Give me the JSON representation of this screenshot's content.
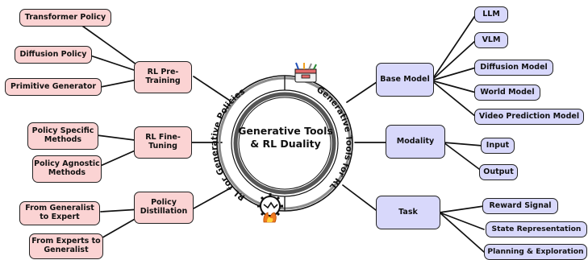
{
  "center": {
    "title": "Generative Tools & RL Duality"
  },
  "ring": {
    "left_arc": "RL for Generative Policies",
    "right_arc": "Generative Tools for RL"
  },
  "left": {
    "pretraining": {
      "label": "RL Pre-Training",
      "children": [
        "Transformer Policy",
        "Diffusion Policy",
        "Primitive Generator"
      ]
    },
    "finetuning": {
      "label": "RL Fine-Tuning",
      "children": [
        "Policy Specific Methods",
        "Policy Agnostic Methods"
      ]
    },
    "distillation": {
      "label": "Policy Distillation",
      "children": [
        "From Generalist to Expert",
        "From Experts to Generalist"
      ]
    }
  },
  "right": {
    "base_model": {
      "label": "Base Model",
      "children": [
        "LLM",
        "VLM",
        "Diffusion Model",
        "World Model",
        "Video Prediction Model"
      ]
    },
    "modality": {
      "label": "Modality",
      "children": [
        "Input",
        "Output"
      ]
    },
    "task": {
      "label": "Task",
      "children": [
        "Reward Signal",
        "State Representation",
        "Planning & Exploration"
      ]
    }
  },
  "colors": {
    "left_boxes": "#fbd3d3",
    "right_boxes": "#d8d8fb",
    "ring": "#888888",
    "inner_ring": "#555555"
  },
  "icons": [
    "toolbox-icon",
    "gear-fire-icon"
  ]
}
